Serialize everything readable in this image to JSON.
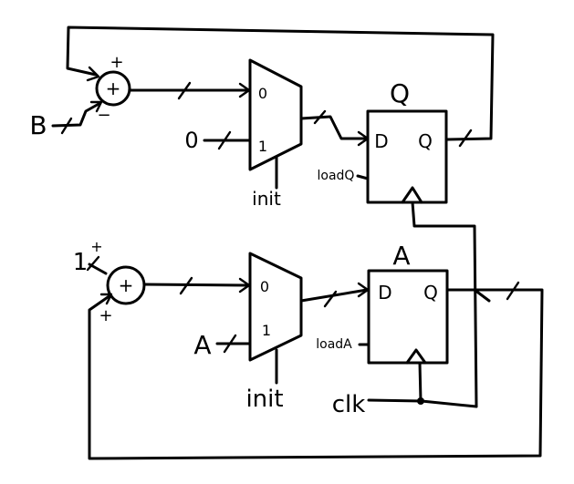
{
  "top_stage": {
    "register_label": "Q",
    "adder_sign": "+",
    "adder_plus_input": "+",
    "adder_minus_input": "−",
    "input_b": "B",
    "input_zero": "0",
    "mux_in0": "0",
    "mux_in1": "1",
    "mux_select": "init",
    "reg_d": "D",
    "reg_q": "Q",
    "load_signal": "loadQ"
  },
  "bottom_stage": {
    "register_label": "A",
    "adder_sign": "+",
    "adder_plus_top": "+",
    "adder_plus_bottom": "+",
    "input_one": "1",
    "input_a": "A",
    "mux_in0": "0",
    "mux_in1": "1",
    "mux_select": "init",
    "reg_d": "D",
    "reg_q": "Q",
    "load_signal": "loadA"
  },
  "clock": "clk"
}
